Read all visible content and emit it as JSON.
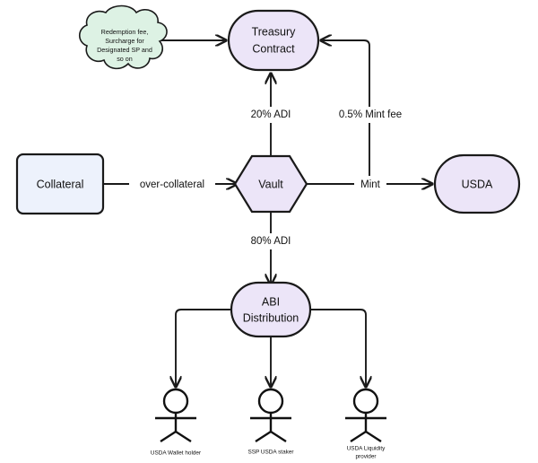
{
  "diagram": {
    "type": "flow-diagram",
    "background": "#ffffff",
    "stroke_color": "#1a1a1a",
    "nodes": {
      "fees_cloud": {
        "shape": "cloud",
        "fill": "#ddf2e4",
        "label_lines": [
          "Redemption fee,",
          "Surcharge for",
          "Designated SP and",
          "so on"
        ]
      },
      "treasury": {
        "shape": "stadium",
        "fill": "#ece5f8",
        "label_lines": [
          "Treasury",
          "Contract"
        ]
      },
      "collateral": {
        "shape": "rounded-rect",
        "fill": "#edf2fc",
        "label_lines": [
          "Collateral"
        ]
      },
      "vault": {
        "shape": "hexagon",
        "fill": "#ece5f8",
        "label_lines": [
          "Vault"
        ]
      },
      "usda": {
        "shape": "stadium",
        "fill": "#ece5f8",
        "label_lines": [
          "USDA"
        ]
      },
      "abi_distribution": {
        "shape": "stadium",
        "fill": "#ece5f8",
        "label_lines": [
          "ABI",
          "Distribution"
        ]
      }
    },
    "edge_labels": {
      "over_collateral": "over-collateral",
      "adi_20": "20% ADI",
      "mint_fee": "0.5% Mint fee",
      "mint": "Mint",
      "adi_80": "80% ADI"
    },
    "actors": [
      {
        "id": "wallet-holder",
        "label_lines": [
          "USDA Wallet holder"
        ]
      },
      {
        "id": "ssp-staker",
        "label_lines": [
          "SSP USDA staker"
        ]
      },
      {
        "id": "liquidity-provider",
        "label_lines": [
          "USDA Liquidity",
          "provider"
        ]
      }
    ]
  }
}
